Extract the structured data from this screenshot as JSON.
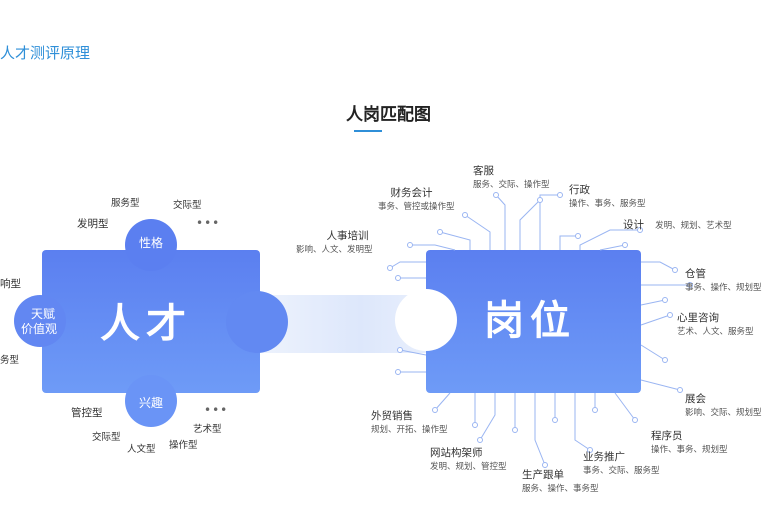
{
  "section_title": "人才测评原理",
  "diagram_title": "人岗匹配图",
  "talent": {
    "label": "人才",
    "bubbles": {
      "top": "性格",
      "left": [
        "天赋",
        "价值观"
      ],
      "bottom": "兴趣"
    },
    "top_types": [
      "服务型",
      "交际型",
      "发明型",
      "响型"
    ],
    "bottom_types": [
      "管控型",
      "交际型",
      "人文型",
      "操作型",
      "艺术型",
      "务型"
    ],
    "ellipsis": "•••"
  },
  "position": {
    "label": "岗位",
    "jobs": [
      {
        "name": "客服",
        "desc": "服务、交际、操作型"
      },
      {
        "name": "财务会计",
        "desc": "事务、管控或操作型"
      },
      {
        "name": "行政",
        "desc": "操作、事务、服务型"
      },
      {
        "name": "设计",
        "desc": "发明、规划、艺术型"
      },
      {
        "name": "人事培训",
        "desc": "影响、人文、发明型"
      },
      {
        "name": "仓管",
        "desc": "事务、操作、规划型"
      },
      {
        "name": "心里咨询",
        "desc": "艺术、人文、服务型"
      },
      {
        "name": "展会",
        "desc": "影响、交际、规划型"
      },
      {
        "name": "外贸销售",
        "desc": "规划、开拓、操作型"
      },
      {
        "name": "程序员",
        "desc": "操作、事务、规划型"
      },
      {
        "name": "网站构架师",
        "desc": "发明、规划、管控型"
      },
      {
        "name": "业务推广",
        "desc": "事务、交际、服务型"
      },
      {
        "name": "生产跟单",
        "desc": "服务、操作、事务型"
      }
    ]
  },
  "colors": {
    "accent": "#2f8fd8",
    "piece_top": "#5b7ff0",
    "piece_bottom": "#6e9bf7",
    "connector": "#9ab5f2"
  }
}
